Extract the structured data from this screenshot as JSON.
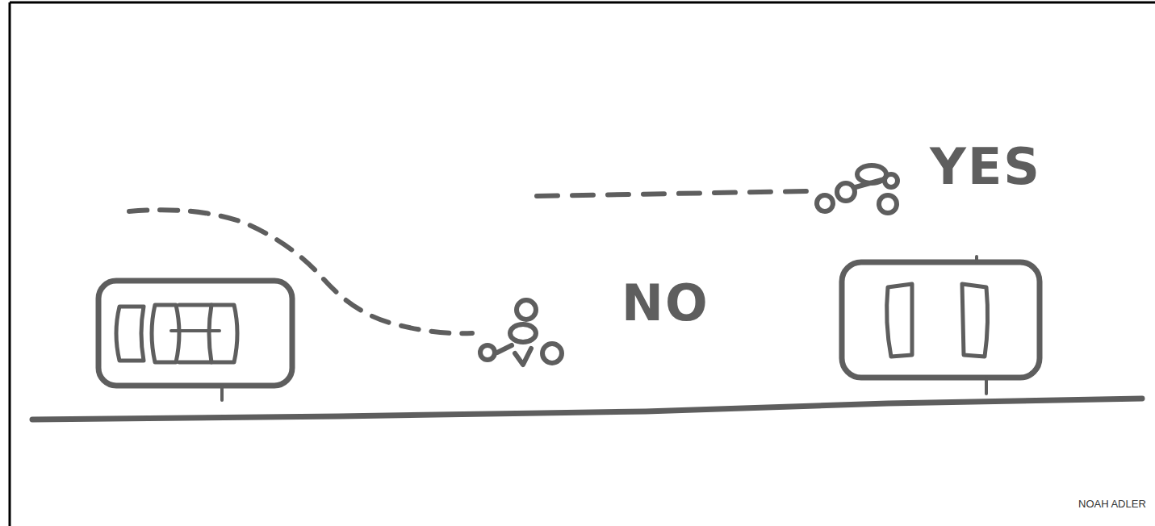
{
  "diagram": {
    "labels": [
      "YES",
      "NO",
      "NOAH ADLER"
    ]
  }
}
